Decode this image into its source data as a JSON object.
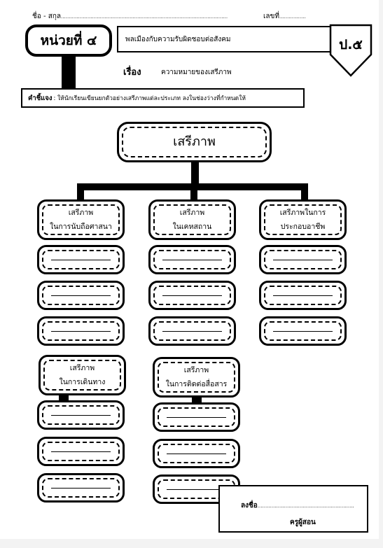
{
  "header": {
    "name_label": "ชื่อ - สกุล",
    "name_dots": "...........................................................................................................",
    "number_label": "เลขที่",
    "number_dots": "................."
  },
  "unit_badge": "หน่วยที่ ๔",
  "topic": "พลเมืองกับความรับผิดชอบต่อสังคม",
  "grade": "ป.๕",
  "subject": {
    "label": "เรื่อง",
    "text": "ความหมายของเสรีภาพ"
  },
  "instruction": {
    "label": "คำชี้แจง",
    "text": ": ให้นักเรียนเขียนยกตัวอย่างเสรีภาพแต่ละประเภท ลงในช่องว่างที่กำหนดให้"
  },
  "root": "เสรีภาพ",
  "categories": [
    {
      "line1": "เสรีภาพ",
      "line2": "ในการนับถือศาสนา"
    },
    {
      "line1": "เสรีภาพ",
      "line2": "ในเคหสถาน"
    },
    {
      "line1": "เสรีภาพในการ",
      "line2": "ประกอบอาชีพ"
    },
    {
      "line1": "เสรีภาพ",
      "line2": "ในการเดินทาง"
    },
    {
      "line1": "เสรีภาพ",
      "line2": "ในการติดต่อสื่อสาร"
    }
  ],
  "signature": {
    "label": "ลงชื่อ",
    "dots": "..............................................................",
    "role": "ครูผู้สอน"
  }
}
